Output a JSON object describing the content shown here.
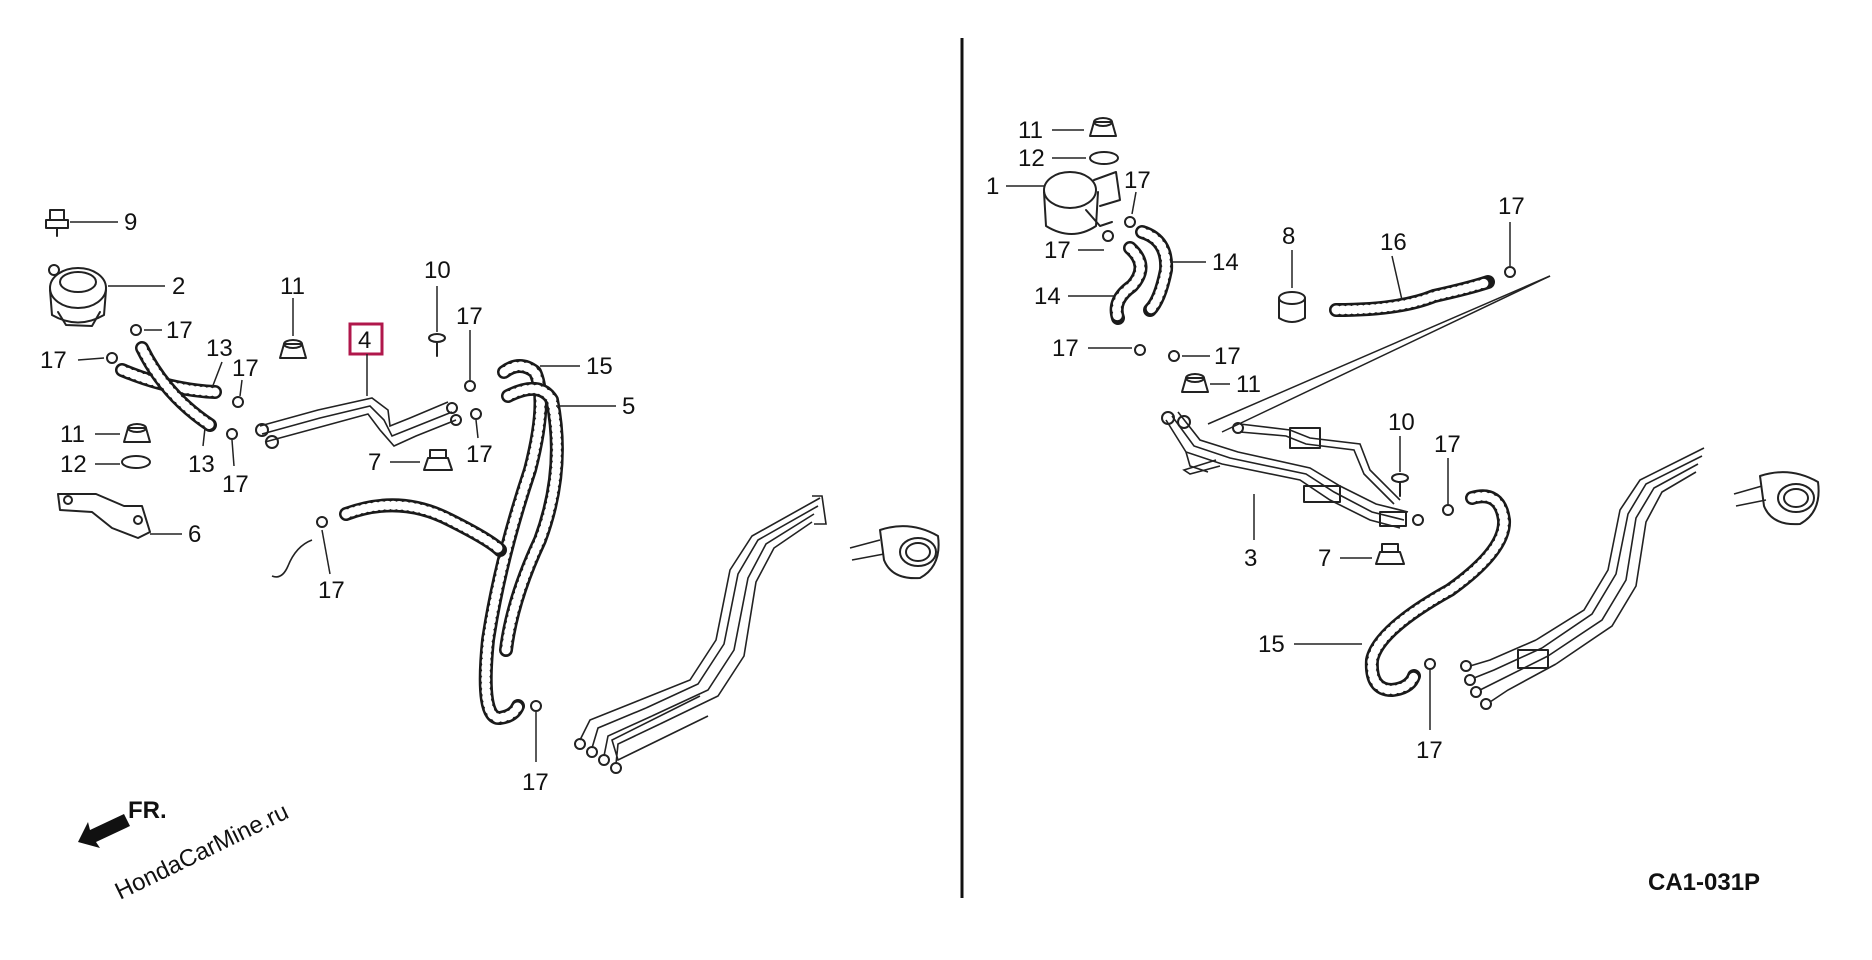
{
  "watermark": "HondaCarMine.ru",
  "direction_label": "FR.",
  "diagram_code": "CA1-031P",
  "callouts": {
    "left": {
      "n9": "9",
      "n2": "2",
      "n17_a": "17",
      "n17_b": "17",
      "n13_a": "13",
      "n17_c": "17",
      "n13_b": "13",
      "n17_d": "17",
      "n11": "11",
      "n12": "12",
      "n6": "6",
      "n4": "4",
      "n10": "10",
      "n17_e": "17",
      "n17_f": "17",
      "n15": "15",
      "n5": "5",
      "n7": "7",
      "n17_g": "17",
      "n17_h": "17"
    },
    "right": {
      "n11_a": "11",
      "n12": "12",
      "n1": "1",
      "n17_a": "17",
      "n17_b": "17",
      "n14_a": "14",
      "n14_b": "14",
      "n8": "8",
      "n16": "16",
      "n17_c": "17",
      "n17_d": "17",
      "n17_e": "17",
      "n11_b": "11",
      "n10": "10",
      "n17_f": "17",
      "n3": "3",
      "n7": "7",
      "n15": "15",
      "n17_g": "17"
    }
  },
  "highlight": {
    "part": "4",
    "color": "#b0174b"
  }
}
